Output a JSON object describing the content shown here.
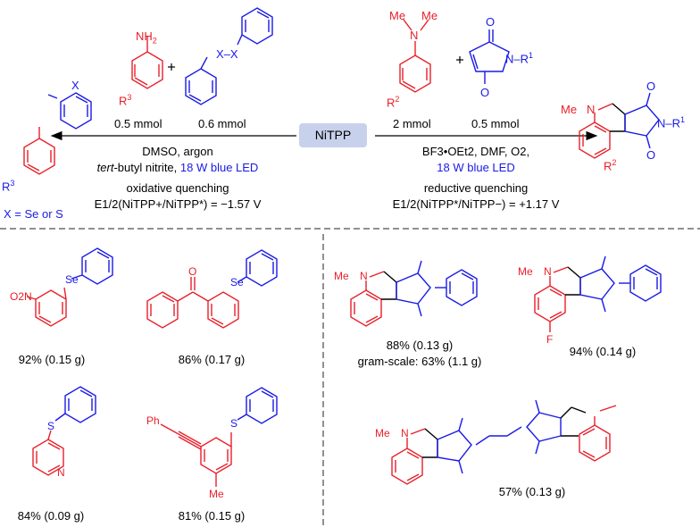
{
  "catalyst": "NiTPP",
  "left_reaction": {
    "reagent1_group": "NH",
    "reagent1_sub": "2",
    "r3": "R",
    "r3_sup": "3",
    "diselenide_x": "X–X",
    "amount1": "0.5 mmol",
    "amount2": "0.6 mmol",
    "cond1": "DMSO, argon",
    "cond2_prefix": "tert",
    "cond2_mid": "-butyl nitrite, ",
    "cond2_led": "18 W blue LED",
    "quench": "oxidative quenching",
    "potential": "E1/2(NiTPP+/NiTPP*) = −1.57 V",
    "product_x": "X",
    "product_r3": "R",
    "product_r3_sup": "3",
    "x_def": "X = Se or S"
  },
  "right_reaction": {
    "nme2": "N",
    "me1": "Me",
    "me2": "Me",
    "r2": "R",
    "r2_sup": "2",
    "imide_o1": "O",
    "imide_o2": "O",
    "imide_n": "N–R",
    "imide_r_sup": "1",
    "amount1": "2 mmol",
    "amount2": "0.5 mmol",
    "cond1": "BF3•OEt2, DMF, O2,",
    "cond_led": "18 W blue LED",
    "quench": "reductive quenching",
    "potential": "E1/2(NiTPP*/NiTPP−) = +1.17 V",
    "prod_me": "Me",
    "prod_n": "N",
    "prod_r1": "N–R",
    "prod_r1_sup": "1",
    "prod_r2": "R",
    "prod_r2_sup": "2",
    "prod_o1": "O",
    "prod_o2": "O"
  },
  "left_products": [
    {
      "label": "Se",
      "extra": "O2N",
      "yield": "92% (0.15 g)"
    },
    {
      "label": "Se",
      "extra": "O",
      "yield": "86% (0.17 g)"
    },
    {
      "label": "S",
      "extra": "N",
      "yield": "84% (0.09 g)"
    },
    {
      "label": "S",
      "extra": "Ph",
      "extra2": "Me",
      "yield": "81% (0.15 g)"
    }
  ],
  "right_products": [
    {
      "me": "Me",
      "n": "N",
      "yield": "88% (0.13 g)",
      "yield2": "gram-scale: 63% (1.1 g)"
    },
    {
      "me": "Me",
      "n": "N",
      "f": "F",
      "yield": "94% (0.14 g)"
    },
    {
      "me": "Me",
      "n": "N",
      "yield": "57% (0.13 g)"
    }
  ],
  "colors": {
    "red": "#e8202a",
    "blue": "#1a1ae6",
    "catalyst_box": "#c8d1ec"
  }
}
